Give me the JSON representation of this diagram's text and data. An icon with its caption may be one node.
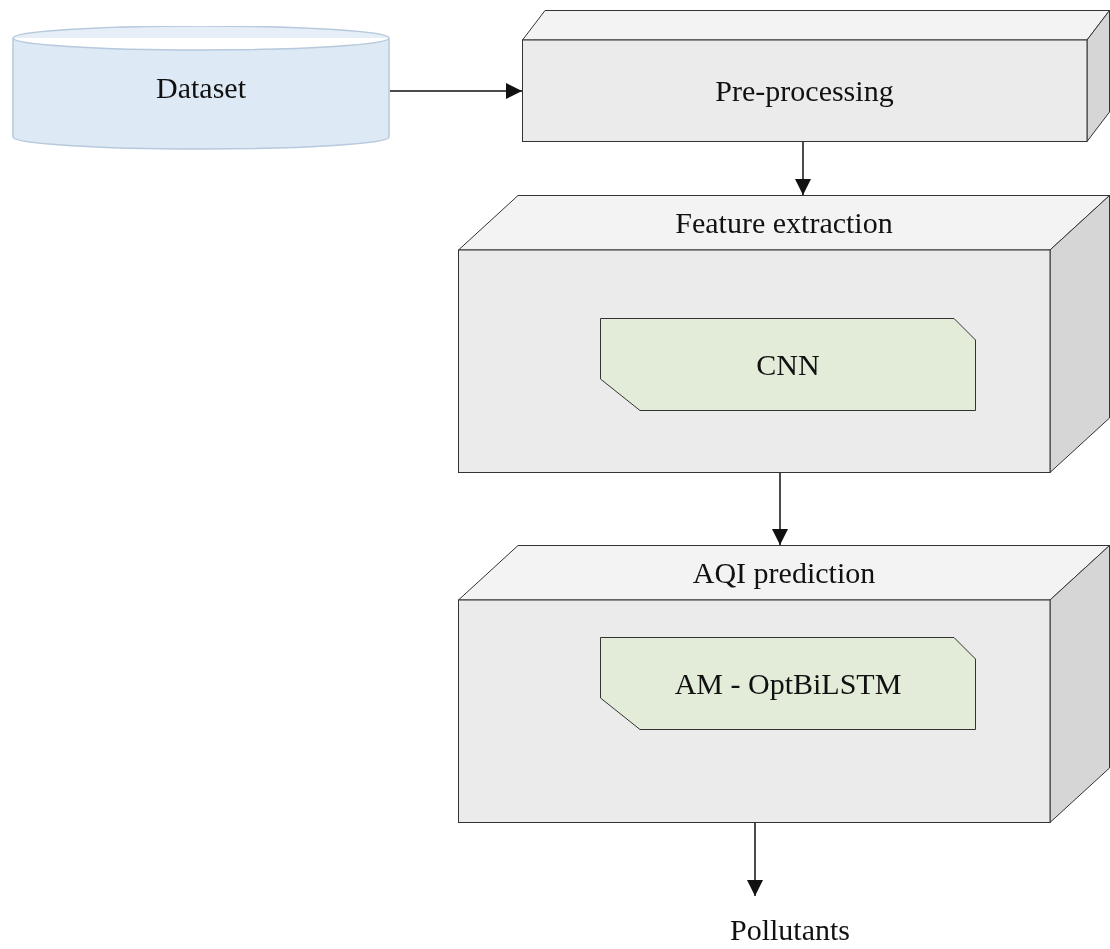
{
  "diagram": {
    "nodes": [
      {
        "text": [
          "Dataset"
        ]
      },
      {
        "text": [
          "Pre-processing"
        ]
      },
      {
        "text": [
          "Feature extraction"
        ]
      },
      {
        "text": [
          "CNN"
        ],
        "in": 2
      },
      {
        "text": [
          "AQI prediction"
        ]
      },
      {
        "text": [
          "AM - OptBiLSTM"
        ],
        "in": 4
      },
      {
        "text": [
          "Pollutants"
        ]
      }
    ],
    "edges": [
      {
        "from": 0,
        "to": 1,
        "arrow": "to"
      },
      {
        "from": 1,
        "to": 2,
        "arrow": "to"
      },
      {
        "from": 2,
        "to": 4,
        "arrow": "to"
      },
      {
        "from": 4,
        "to": 6,
        "arrow": "to"
      }
    ]
  }
}
